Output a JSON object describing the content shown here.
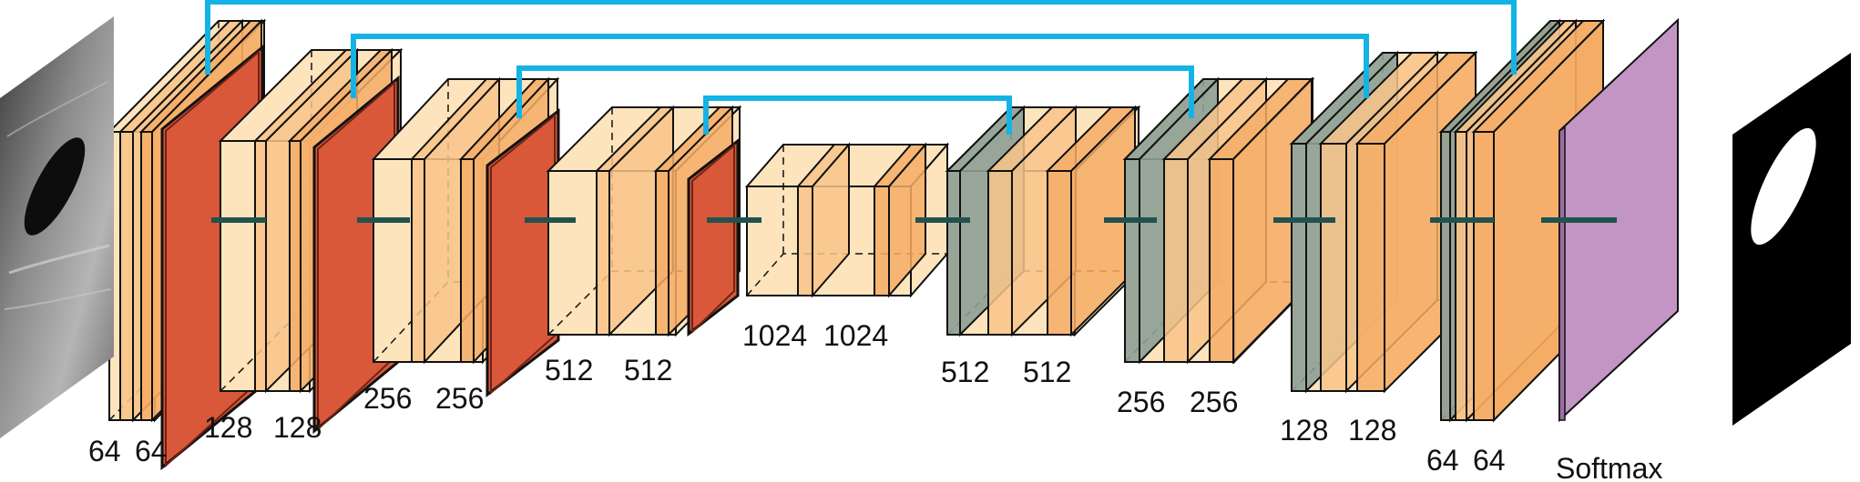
{
  "colors": {
    "feature_light": "#fde4bd",
    "feature_mid": "#f8c48a",
    "feature_dark": "#f5ad66",
    "pool": "#d9583a",
    "up": "#8c9f94",
    "softmax": "#c295c4",
    "skip": "#15b3e5",
    "link": "#22524f",
    "edge": "#111111"
  },
  "input_image": "ultrasound-input-image",
  "output_image": "segmentation-mask-output",
  "labels": {
    "enc1_a": "64",
    "enc1_b": "64",
    "enc2_a": "128",
    "enc2_b": "128",
    "enc3_a": "256",
    "enc3_b": "256",
    "enc4_a": "512",
    "enc4_b": "512",
    "bott_a": "1024",
    "bott_b": "1024",
    "dec4_a": "512",
    "dec4_b": "512",
    "dec3_a": "256",
    "dec3_b": "256",
    "dec2_a": "128",
    "dec2_b": "128",
    "dec1_a": "64",
    "dec1_b": "64",
    "softmax": "Softmax"
  }
}
